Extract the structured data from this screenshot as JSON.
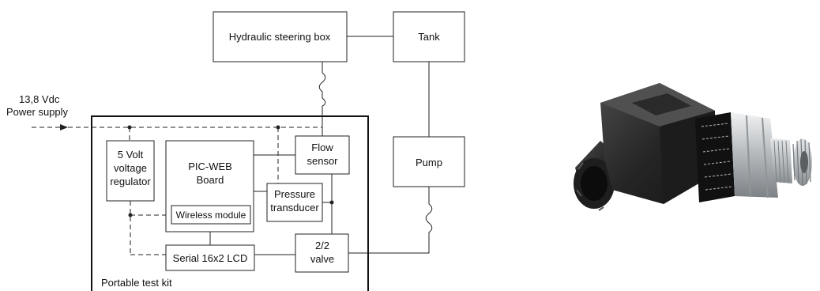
{
  "diagram": {
    "hydraulic_steering_box": "Hydraulic steering box",
    "tank": "Tank",
    "pump": "Pump",
    "power_supply": [
      "13,8 Vdc",
      "Power supply"
    ],
    "voltage_regulator": [
      "5 Volt",
      "voltage",
      "regulator"
    ],
    "pic_web_board": [
      "PIC-WEB",
      "Board"
    ],
    "wireless_module": "Wireless module",
    "flow_sensor": [
      "Flow",
      "sensor"
    ],
    "pressure_transducer": [
      "Pressure",
      "transducer"
    ],
    "valve": [
      "2/2",
      "valve"
    ],
    "lcd": "Serial 16x2 LCD",
    "test_kit": "Portable test kit"
  },
  "photo": {
    "subject": "pressure transducer with DIN connector",
    "colors": {
      "body": "#2b2b2b",
      "metal": "#c9ccce",
      "label": "#1a1a1a"
    }
  }
}
